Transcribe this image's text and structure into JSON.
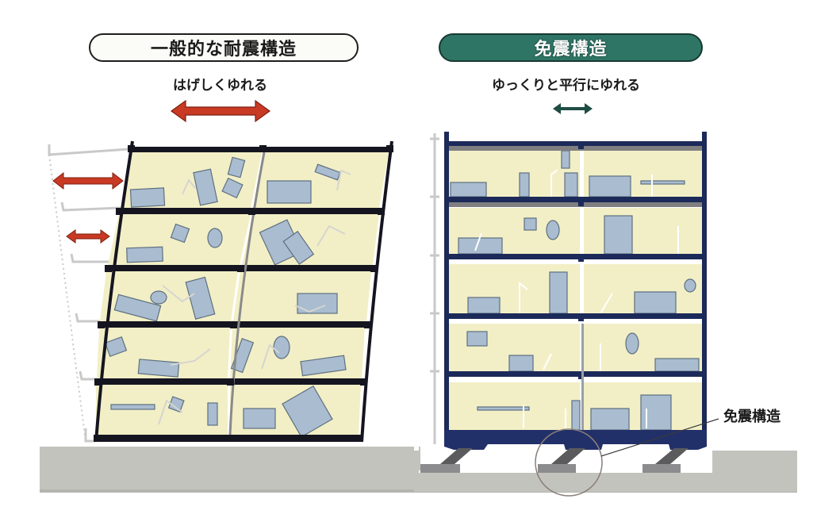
{
  "left_panel": {
    "title": "一般的な耐震構造",
    "subtitle": "はげしくゆれる",
    "arrow_color": "#c83a24",
    "description": "Conventional earthquake-resistant building: sways violently, floors deform, furniture topples",
    "floors": 5,
    "side_arrows": 2
  },
  "right_panel": {
    "title": "免震構造",
    "subtitle": "ゆっくりと平行にゆれる",
    "arrow_color": "#1f4d43",
    "description": "Seismically isolated building: sways slowly and in parallel, furniture stays in place",
    "floors": 5,
    "callout_label": "免震構造"
  },
  "colors": {
    "title_right_bg": "#2f7566",
    "room_fill": "#f2efc6",
    "left_frame": "#151520",
    "right_frame": "#1c2a5a",
    "ground": "#c2c2bd",
    "furniture": "#a9bcd0",
    "ghost_outline": "#c9c9c9"
  }
}
